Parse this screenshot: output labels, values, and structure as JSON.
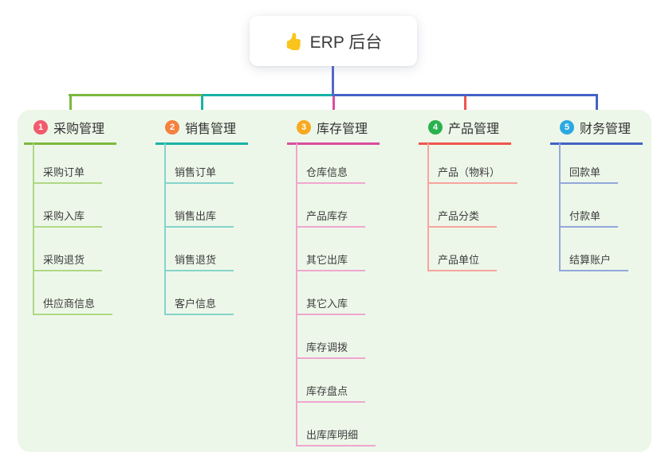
{
  "page": {
    "background": "#ffffff",
    "canvas_background": "#EDF7E9"
  },
  "root": {
    "label": "ERP 后台",
    "icon": "thumbs-up-icon",
    "icon_color": "#F9C51D",
    "drop_line_color": "#5567C9"
  },
  "branches": [
    {
      "num": "1",
      "title": "采购管理",
      "badge_color": "#F25B6C",
      "line_color": "#7CB93E",
      "child_line_color": "#AFD884",
      "children": [
        "采购订单",
        "采购入库",
        "采购退货",
        "供应商信息"
      ]
    },
    {
      "num": "2",
      "title": "销售管理",
      "badge_color": "#F6813F",
      "line_color": "#17B3A6",
      "child_line_color": "#85D4CB",
      "children": [
        "销售订单",
        "销售出库",
        "销售退货",
        "客户信息"
      ]
    },
    {
      "num": "3",
      "title": "库存管理",
      "badge_color": "#F8A91F",
      "line_color": "#DB4D9E",
      "child_line_color": "#EFA6CF",
      "children": [
        "仓库信息",
        "产品库存",
        "其它出库",
        "其它入库",
        "库存调拨",
        "库存盘点",
        "出库库明细"
      ]
    },
    {
      "num": "4",
      "title": "产品管理",
      "badge_color": "#29B24E",
      "line_color": "#F0544E",
      "child_line_color": "#F5A59E",
      "children": [
        "产品（物料）",
        "产品分类",
        "产品单位"
      ]
    },
    {
      "num": "5",
      "title": "财务管理",
      "badge_color": "#2BA9E1",
      "line_color": "#4462C6",
      "child_line_color": "#92A7DC",
      "children": [
        "回款单",
        "付款单",
        "结算账户"
      ]
    }
  ]
}
